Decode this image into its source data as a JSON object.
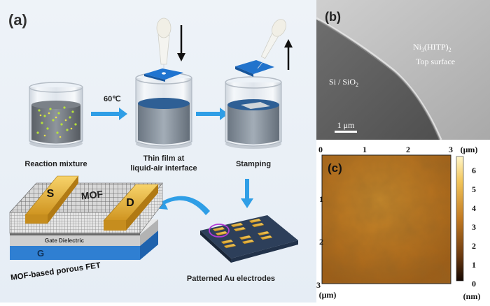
{
  "panel_a": {
    "label": "(a)",
    "temperature": "60℃",
    "captions": {
      "reaction": "Reaction mixture",
      "thin_film_1": "Thin film at",
      "thin_film_2": "liquid-air interface",
      "stamping": "Stamping",
      "electrodes": "Patterned Au electrodes",
      "device": "MOF-based porous FET"
    },
    "device_labels": {
      "source": "S",
      "drain": "D",
      "mof": "MOF",
      "dielectric": "Gate Dielectric",
      "gate": "G"
    }
  },
  "panel_b": {
    "label": "(b)",
    "material_1": "Ni",
    "material_sub1": "3",
    "material_2": "(HITP)",
    "material_sub2": "2",
    "material_line2": "Top surface",
    "substrate_1": "Si / SiO",
    "substrate_sub": "2",
    "scalebar": "1 μm"
  },
  "panel_c": {
    "label": "(c)",
    "x_ticks": [
      "0",
      "1",
      "2",
      "3"
    ],
    "y_ticks": [
      "1",
      "2",
      "3"
    ],
    "x_unit": "(μm)",
    "y_unit": "(μm)",
    "colorbar_ticks": [
      "6",
      "5",
      "4",
      "3",
      "2",
      "1",
      "0"
    ],
    "colorbar_unit": "(nm)"
  },
  "colors": {
    "arrow": "#2f9ee6",
    "gold": "#e8b53a",
    "blue": "#2f7fd2",
    "sem_dark": "#5c5c5c",
    "sem_light": "#b9b9b9",
    "afm": "#b8731f"
  }
}
